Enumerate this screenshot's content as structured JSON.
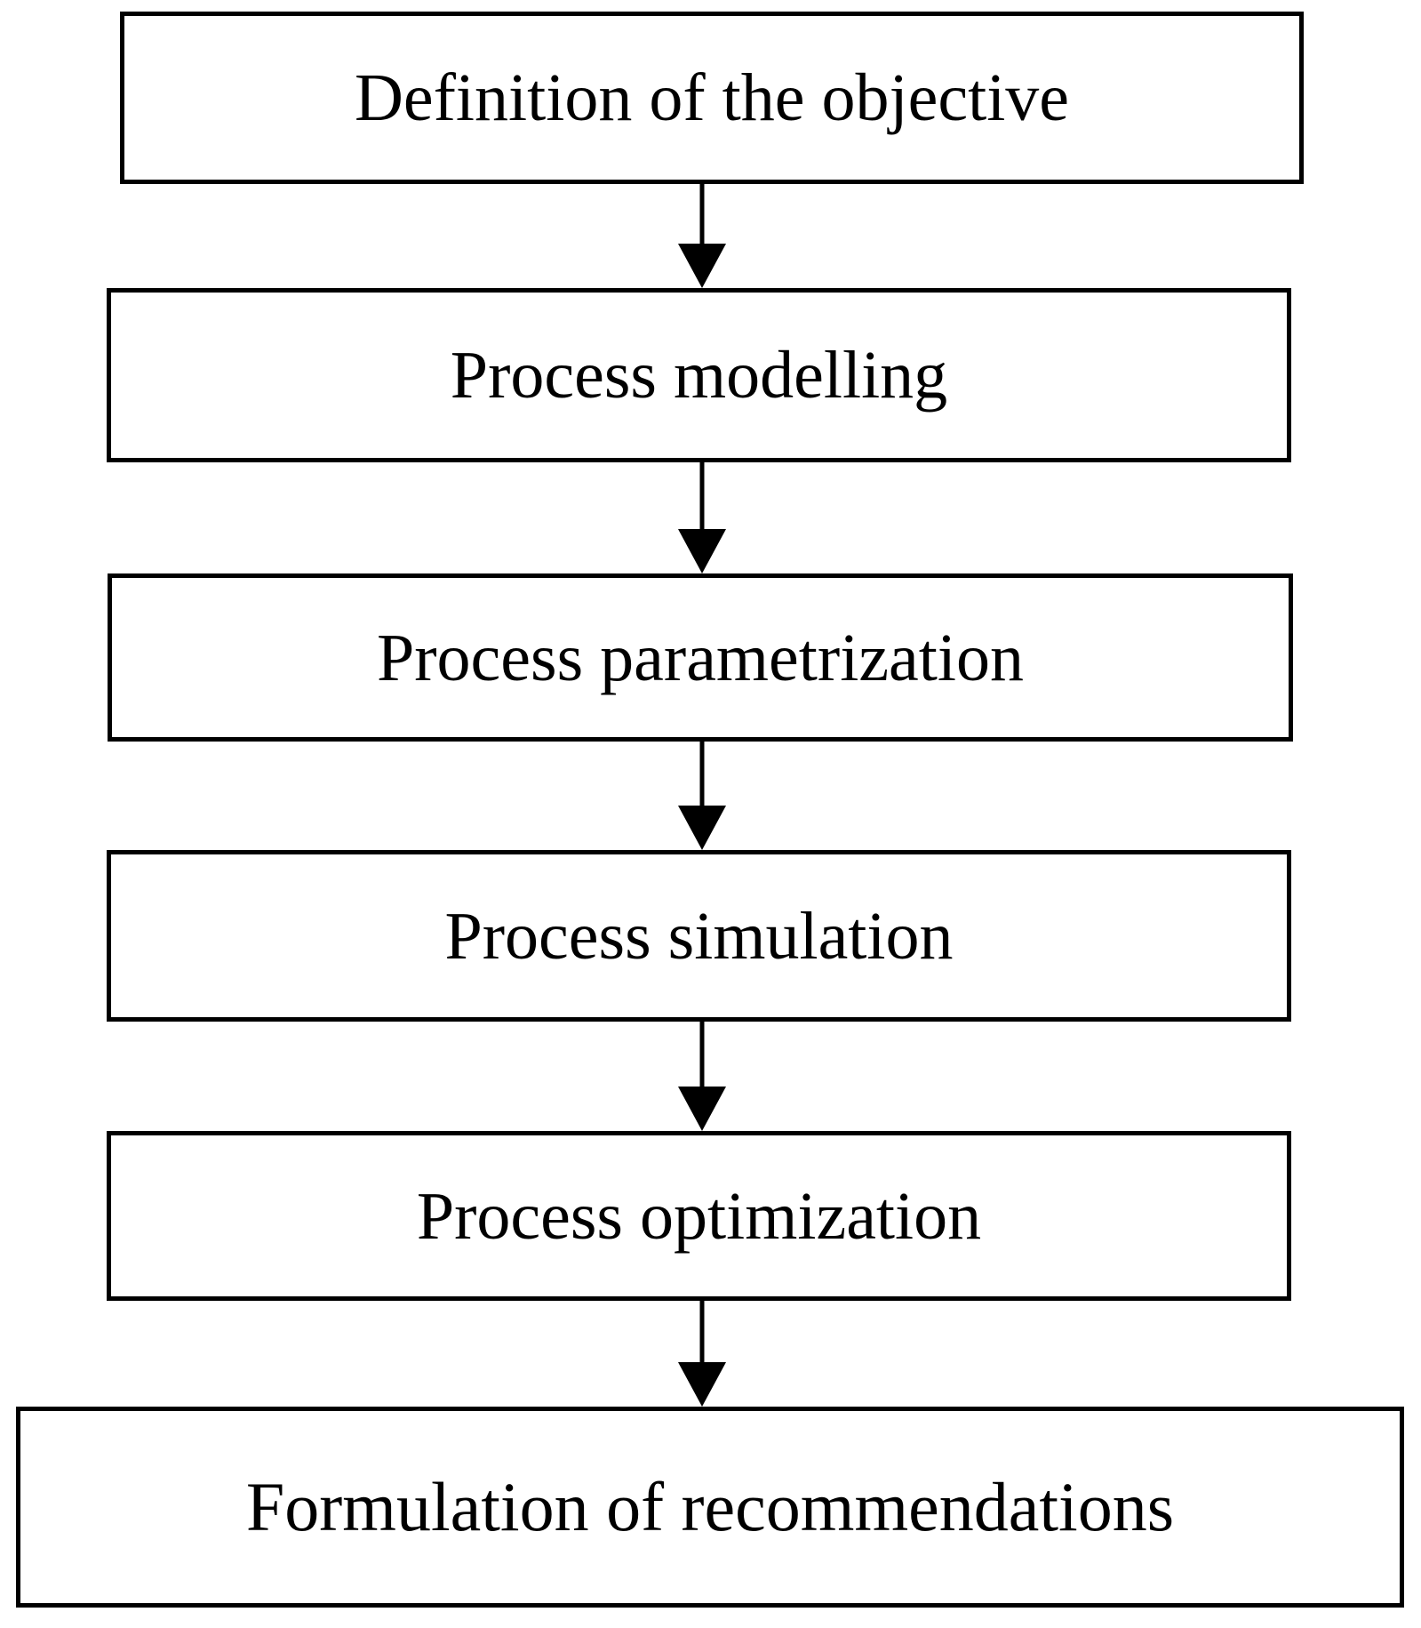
{
  "diagram": {
    "type": "flowchart",
    "direction": "top-down",
    "colors": {
      "background": "#ffffff",
      "box_fill": "#ffffff",
      "box_border": "#000000",
      "text": "#000000",
      "arrow": "#000000"
    },
    "nodes": [
      {
        "id": "step-1",
        "label": "Definition of the objective"
      },
      {
        "id": "step-2",
        "label": "Process modelling"
      },
      {
        "id": "step-3",
        "label": "Process parametrization"
      },
      {
        "id": "step-4",
        "label": "Process simulation"
      },
      {
        "id": "step-5",
        "label": "Process optimization"
      },
      {
        "id": "step-6",
        "label": "Formulation of recommendations"
      }
    ],
    "edges": [
      {
        "from": "step-1",
        "to": "step-2"
      },
      {
        "from": "step-2",
        "to": "step-3"
      },
      {
        "from": "step-3",
        "to": "step-4"
      },
      {
        "from": "step-4",
        "to": "step-5"
      },
      {
        "from": "step-5",
        "to": "step-6"
      }
    ]
  }
}
